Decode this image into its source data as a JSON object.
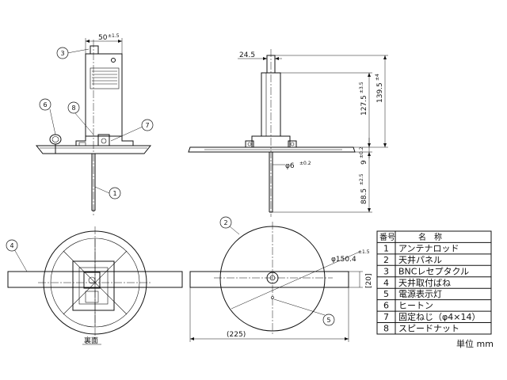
{
  "top_dims": {
    "width_left": "50",
    "width_left_tol": "±1.5",
    "offset": "24.5",
    "height_total": "139.5",
    "height_total_tol": "±4",
    "height_rod": "127.5",
    "height_rod_tol": "±3.5",
    "plate_thick": "9",
    "plate_thick_tol": "±0.2",
    "rod_dia": "φ6",
    "rod_dia_tol": "±0.2",
    "rod_below": "88.5",
    "rod_below_tol": "±2.5"
  },
  "bottom_dims": {
    "disc_dia": "φ150.4",
    "disc_dia_tol": "±1.5",
    "span": "(225)",
    "bracket_width": "[20]"
  },
  "caption_back": "裏面",
  "unit_label": "単位 mm",
  "bubbles": [
    "1",
    "2",
    "3",
    "4",
    "5",
    "6",
    "7",
    "8"
  ],
  "parts_table": {
    "header_no": "番号",
    "header_name": "名　称",
    "rows": [
      {
        "no": "1",
        "name": "アンテナロッド"
      },
      {
        "no": "2",
        "name": "天井パネル"
      },
      {
        "no": "3",
        "name": "BNCレセプタクル"
      },
      {
        "no": "4",
        "name": "天井取付ばね"
      },
      {
        "no": "5",
        "name": "電源表示灯"
      },
      {
        "no": "6",
        "name": "ヒートン"
      },
      {
        "no": "7",
        "name": "固定ねじ（φ4×14）"
      },
      {
        "no": "8",
        "name": "スピードナット"
      }
    ]
  }
}
